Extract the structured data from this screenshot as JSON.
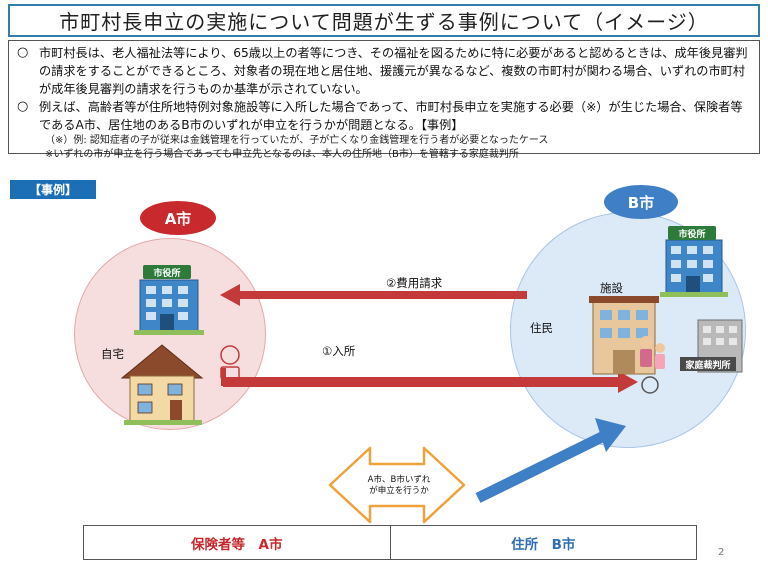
{
  "title": "市町村長申立の実施について問題が生ずる事例について（イメージ）",
  "bullets": [
    {
      "mark": "○",
      "text": "市町村長は、老人福祉法等により、65歳以上の者等につき、その福祉を図るために特に必要があると認めるときは、成年後見審判の請求をすることができるところ、対象者の現在地と居住地、援護元が異なるなど、複数の市町村が関わる場合、いずれの市町村が成年後見審判の請求を行うものか基準が示されていない。"
    },
    {
      "mark": "○",
      "text": "例えば、高齢者等が住所地特例対象施設等に入所した場合であって、市町村長申立を実施する必要（※）が生じた場合、保険者等であるA市、居住地のあるB市のいずれが申立を行うかが問題となる。【事例】"
    }
  ],
  "notes": [
    "（※）例: 認知症者の子が従来は金銭管理を行っていたが、子が亡くなり金銭管理を行う者が必要となったケース",
    "※いずれの市が申立を行う場合であっても申立先となるのは、本人の住所地（B市）を管轄する家庭裁判所"
  ],
  "example_tag": "【事例】",
  "diagram": {
    "city_a": "A市",
    "city_b": "B市",
    "city_hall_sign": "市役所",
    "home": "自宅",
    "facility": "施設",
    "resident": "住民",
    "court_sign": "家庭裁判所",
    "arrow_top": "②費用請求",
    "arrow_middle": "①入所",
    "question_line1": "A市、B市いずれ",
    "question_line2": "が申立を行うか"
  },
  "compare": {
    "left": "保険者等　A市",
    "right": "住所　B市"
  },
  "page_number": "2",
  "colors": {
    "title_border": "#2f7fa8",
    "red": "#c7292d",
    "blue": "#3f7fc6",
    "tag_blue": "#1d6fb5"
  }
}
